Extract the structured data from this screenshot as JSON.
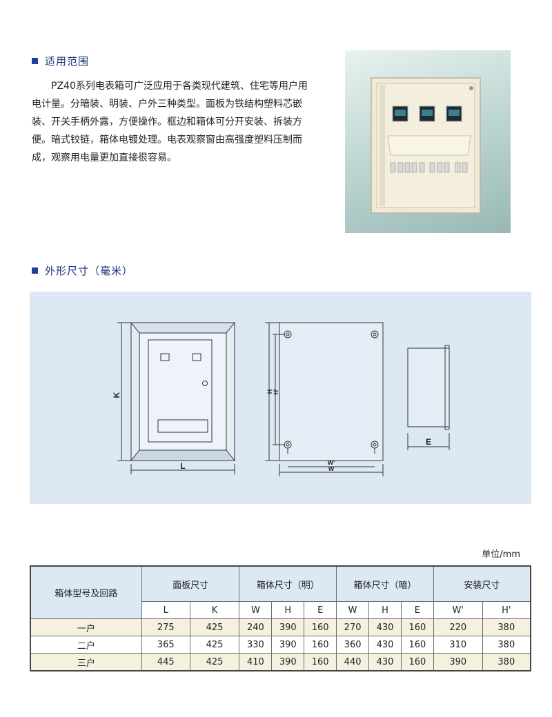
{
  "section1": {
    "title": "适用范围"
  },
  "description": "PZ40系列电表箱可广泛应用于各类现代建筑、住宅等用户用电计量。分暗装、明装、户外三种类型。面板为铁结构塑料芯嵌装、开关手柄外露，方便操作。框边和箱体可分开安装、拆装方便。暗式铰链，箱体电镀处理。电表观察窗由高强度塑料压制而成，观察用电量更加直接很容易。",
  "section2": {
    "title": "外形尺寸（毫米）"
  },
  "diagram_labels": {
    "k": "K",
    "l": "L",
    "h": "H",
    "hp": "H'",
    "w": "W",
    "wp": "W'",
    "e": "E"
  },
  "unit": "单位/mm",
  "table": {
    "header_model": "箱体型号及回路",
    "groups": [
      "面板尺寸",
      "箱体尺寸（明）",
      "箱体尺寸（暗）",
      "安装尺寸"
    ],
    "subheaders": [
      "L",
      "K",
      "W",
      "H",
      "E",
      "W",
      "H",
      "E",
      "W'",
      "H'"
    ],
    "rows": [
      {
        "name": "一户",
        "values": [
          "275",
          "425",
          "240",
          "390",
          "160",
          "270",
          "430",
          "160",
          "220",
          "380"
        ]
      },
      {
        "name": "二户",
        "values": [
          "365",
          "425",
          "330",
          "390",
          "160",
          "360",
          "430",
          "160",
          "310",
          "380"
        ]
      },
      {
        "name": "三户",
        "values": [
          "445",
          "425",
          "410",
          "390",
          "160",
          "440",
          "430",
          "160",
          "390",
          "380"
        ]
      }
    ]
  }
}
